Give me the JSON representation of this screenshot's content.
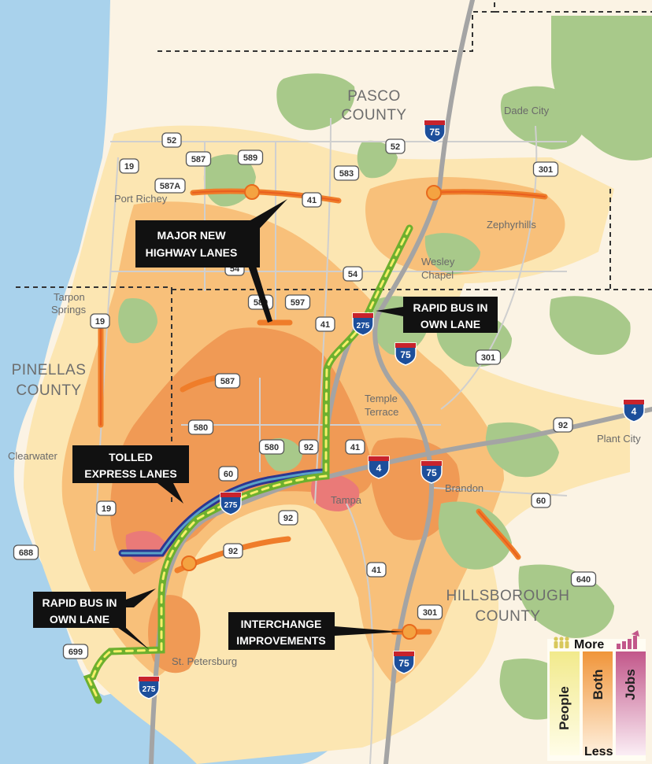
{
  "counties": {
    "pasco": [
      "PASCO",
      "COUNTY"
    ],
    "pinellas": [
      "PINELLAS",
      "COUNTY"
    ],
    "hillsborough": [
      "HILLSBOROUGH",
      "COUNTY"
    ]
  },
  "cities": {
    "dade_city": "Dade City",
    "port_richey": "Port Richey",
    "zephyrhills": "Zephyrhills",
    "wesley_chapel": [
      "Wesley",
      "Chapel"
    ],
    "tarpon_springs": [
      "Tarpon",
      "Springs"
    ],
    "temple_terrace": [
      "Temple",
      "Terrace"
    ],
    "plant_city": "Plant City",
    "clearwater": "Clearwater",
    "tampa": "Tampa",
    "brandon": "Brandon",
    "st_petersburg": "St. Petersburg"
  },
  "routes": {
    "r52a": "52",
    "r52b": "52",
    "r587": "587",
    "r589": "589",
    "r19a": "19",
    "r587a": "587A",
    "r583": "583",
    "r41a": "41",
    "r301a": "301",
    "r54a": "54",
    "r54b": "54",
    "r589b": "589",
    "r597": "597",
    "r19b": "19",
    "r41b": "41",
    "r301b": "301",
    "r587b": "587",
    "r580a": "580",
    "r580b": "580",
    "r92a": "92",
    "r41c": "41",
    "r92b": "92",
    "r60a": "60",
    "r19c": "19",
    "r60b": "60",
    "r92c": "92",
    "r688": "688",
    "r92d": "92",
    "r41d": "41",
    "r640": "640",
    "r699": "699",
    "r301c": "301"
  },
  "interstates": {
    "i75a": "75",
    "i275a": "275",
    "i75b": "75",
    "i4a": "4",
    "i4b": "4",
    "i75c": "75",
    "i275b": "275",
    "i75d": "75",
    "i275c": "275"
  },
  "callouts": {
    "highway_lanes": [
      "MAJOR NEW",
      "HIGHWAY LANES"
    ],
    "rapid_bus_north": [
      "RAPID BUS IN",
      "OWN LANE"
    ],
    "tolled_lanes": [
      "TOLLED",
      "EXPRESS LANES"
    ],
    "rapid_bus_south": [
      "RAPID BUS IN",
      "OWN LANE"
    ],
    "interchange": [
      "INTERCHANGE",
      "IMPROVEMENTS"
    ]
  },
  "legend": {
    "top": "More",
    "bottom": "Less",
    "columns": [
      "People",
      "Both",
      "Jobs"
    ],
    "colors": {
      "people": "#f2ea8c",
      "both": "#f0953a",
      "jobs": "#c2578a"
    }
  },
  "colors": {
    "water": "#a9d2ec",
    "land": "#ffffff",
    "green": "#a8c98a",
    "density_low": "#fce6b2",
    "density_mid": "#f8c07a",
    "density_high": "#f09a55",
    "density_core": "#ea7a78",
    "highway_lane": "#ef7d2a",
    "highway_lane_core": "#e95f1f",
    "bus": "#6db02e",
    "tolled": "#2c3691",
    "callout": "#111111"
  }
}
